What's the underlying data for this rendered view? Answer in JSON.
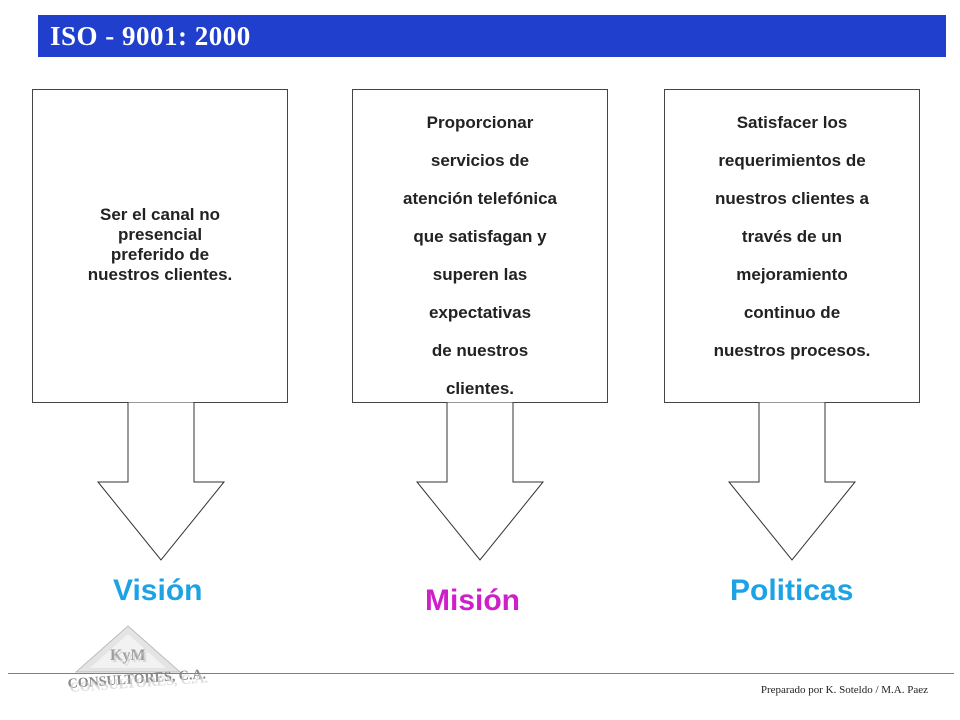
{
  "header": {
    "title": "ISO - 9001: 2000"
  },
  "columns": [
    {
      "id": "vision",
      "label": "Visión",
      "lines": [
        "Ser el canal no",
        "presencial",
        "preferido de",
        "nuestros clientes."
      ]
    },
    {
      "id": "mision",
      "label": "Misión",
      "lines": [
        "Proporcionar",
        "servicios de",
        "atención telefónica",
        "que satisfagan y",
        "superen las",
        "expectativas",
        "de nuestros",
        "clientes."
      ]
    },
    {
      "id": "politicas",
      "label": "Politicas",
      "lines": [
        "Satisfacer los",
        "requerimientos de",
        "nuestros clientes a",
        "través de un",
        "mejoramiento",
        "continuo de",
        "nuestros procesos."
      ]
    }
  ],
  "logo": {
    "initials": "KyM",
    "name": "CONSULTORES, C.A."
  },
  "footer": {
    "credit": "Preparado por K. Soteldo / M.A. Paez"
  },
  "colors": {
    "header_bg": "#1f3fcc",
    "vision_label": "#1ea2e6",
    "mision_label": "#d01fc8",
    "politicas_label": "#1ea2e6"
  }
}
